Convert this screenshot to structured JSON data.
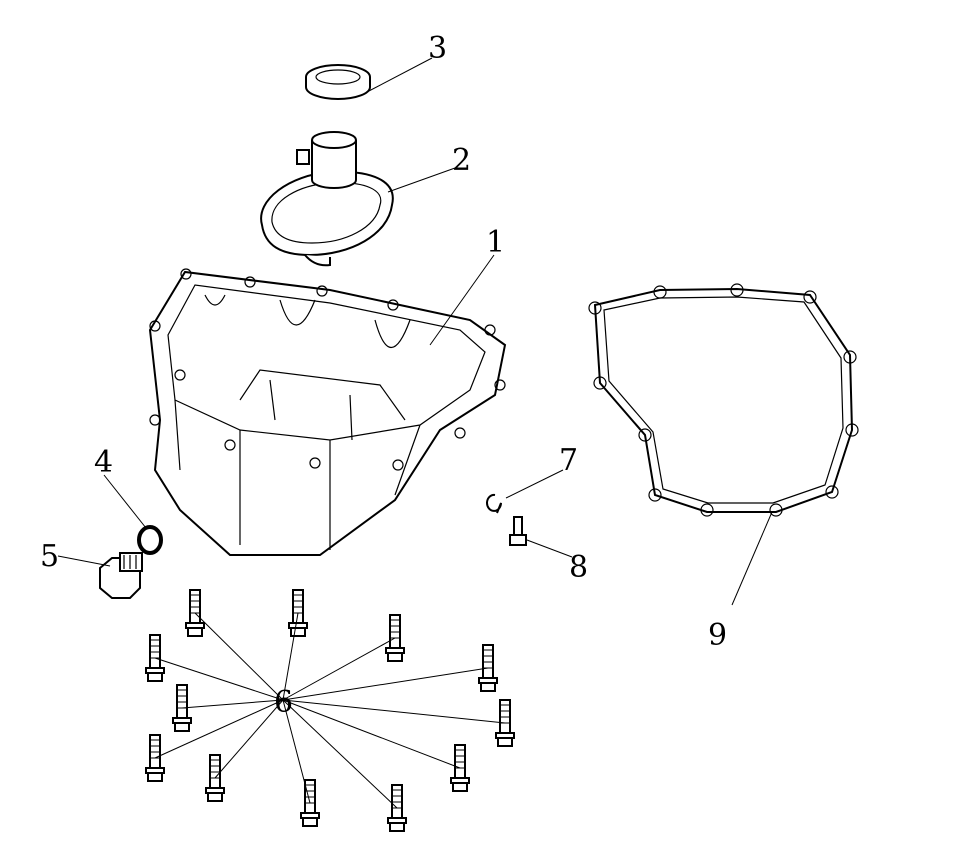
{
  "diagram": {
    "title": "Oil pan exploded view",
    "callouts": [
      {
        "id": "1",
        "label": "1",
        "part": "oil-pan"
      },
      {
        "id": "2",
        "label": "2",
        "part": "oil-strainer"
      },
      {
        "id": "3",
        "label": "3",
        "part": "seal-ring"
      },
      {
        "id": "4",
        "label": "4",
        "part": "drain-washer"
      },
      {
        "id": "5",
        "label": "5",
        "part": "drain-plug"
      },
      {
        "id": "6",
        "label": "6",
        "part": "flange-bolts"
      },
      {
        "id": "7",
        "label": "7",
        "part": "clip"
      },
      {
        "id": "8",
        "label": "8",
        "part": "small-bolt"
      },
      {
        "id": "9",
        "label": "9",
        "part": "gasket"
      }
    ]
  }
}
